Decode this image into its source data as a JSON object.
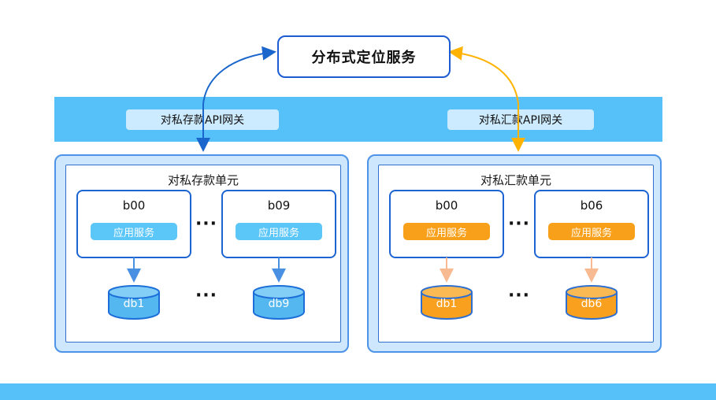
{
  "title": {
    "label": "分布式定位服务"
  },
  "gateway_band": {
    "left_gateway": "对私存款API网关",
    "right_gateway": "对私汇款API网关"
  },
  "ellipsis": "···",
  "units": [
    {
      "name": "对私存款单元",
      "theme": "blue",
      "nodes": [
        {
          "id": "b00",
          "service": "应用服务"
        },
        {
          "id": "b09",
          "service": "应用服务"
        }
      ],
      "databases": [
        "db1",
        "db9"
      ]
    },
    {
      "name": "对私汇款单元",
      "theme": "orange",
      "nodes": [
        {
          "id": "b00",
          "service": "应用服务"
        },
        {
          "id": "b06",
          "service": "应用服务"
        }
      ],
      "databases": [
        "db1",
        "db6"
      ]
    }
  ],
  "colors": {
    "band": "#56C1F8",
    "gateway_chip_bg": "#CDEBFE",
    "title_border": "#1D5BD3",
    "unit_fill": "#CFE7FC",
    "unit_border": "#4D94E8",
    "inner_border": "#2E6FD0",
    "node_border": "#1D64D2",
    "service_blue": "#5BC6F8",
    "service_orange": "#F9A01B",
    "db_blue_body": "#54B7F0",
    "db_blue_top": "#83CEF7",
    "db_blue_border": "#1C6ED8",
    "db_orange_body": "#F9A01E",
    "db_orange_top": "#FBB954",
    "db_orange_border": "#2E6FD0",
    "arrow_blue": "#1A66CC",
    "arrow_gold": "#FFB300",
    "arrow_blue_light": "#4A90E2",
    "arrow_peach": "#F8BA90"
  }
}
